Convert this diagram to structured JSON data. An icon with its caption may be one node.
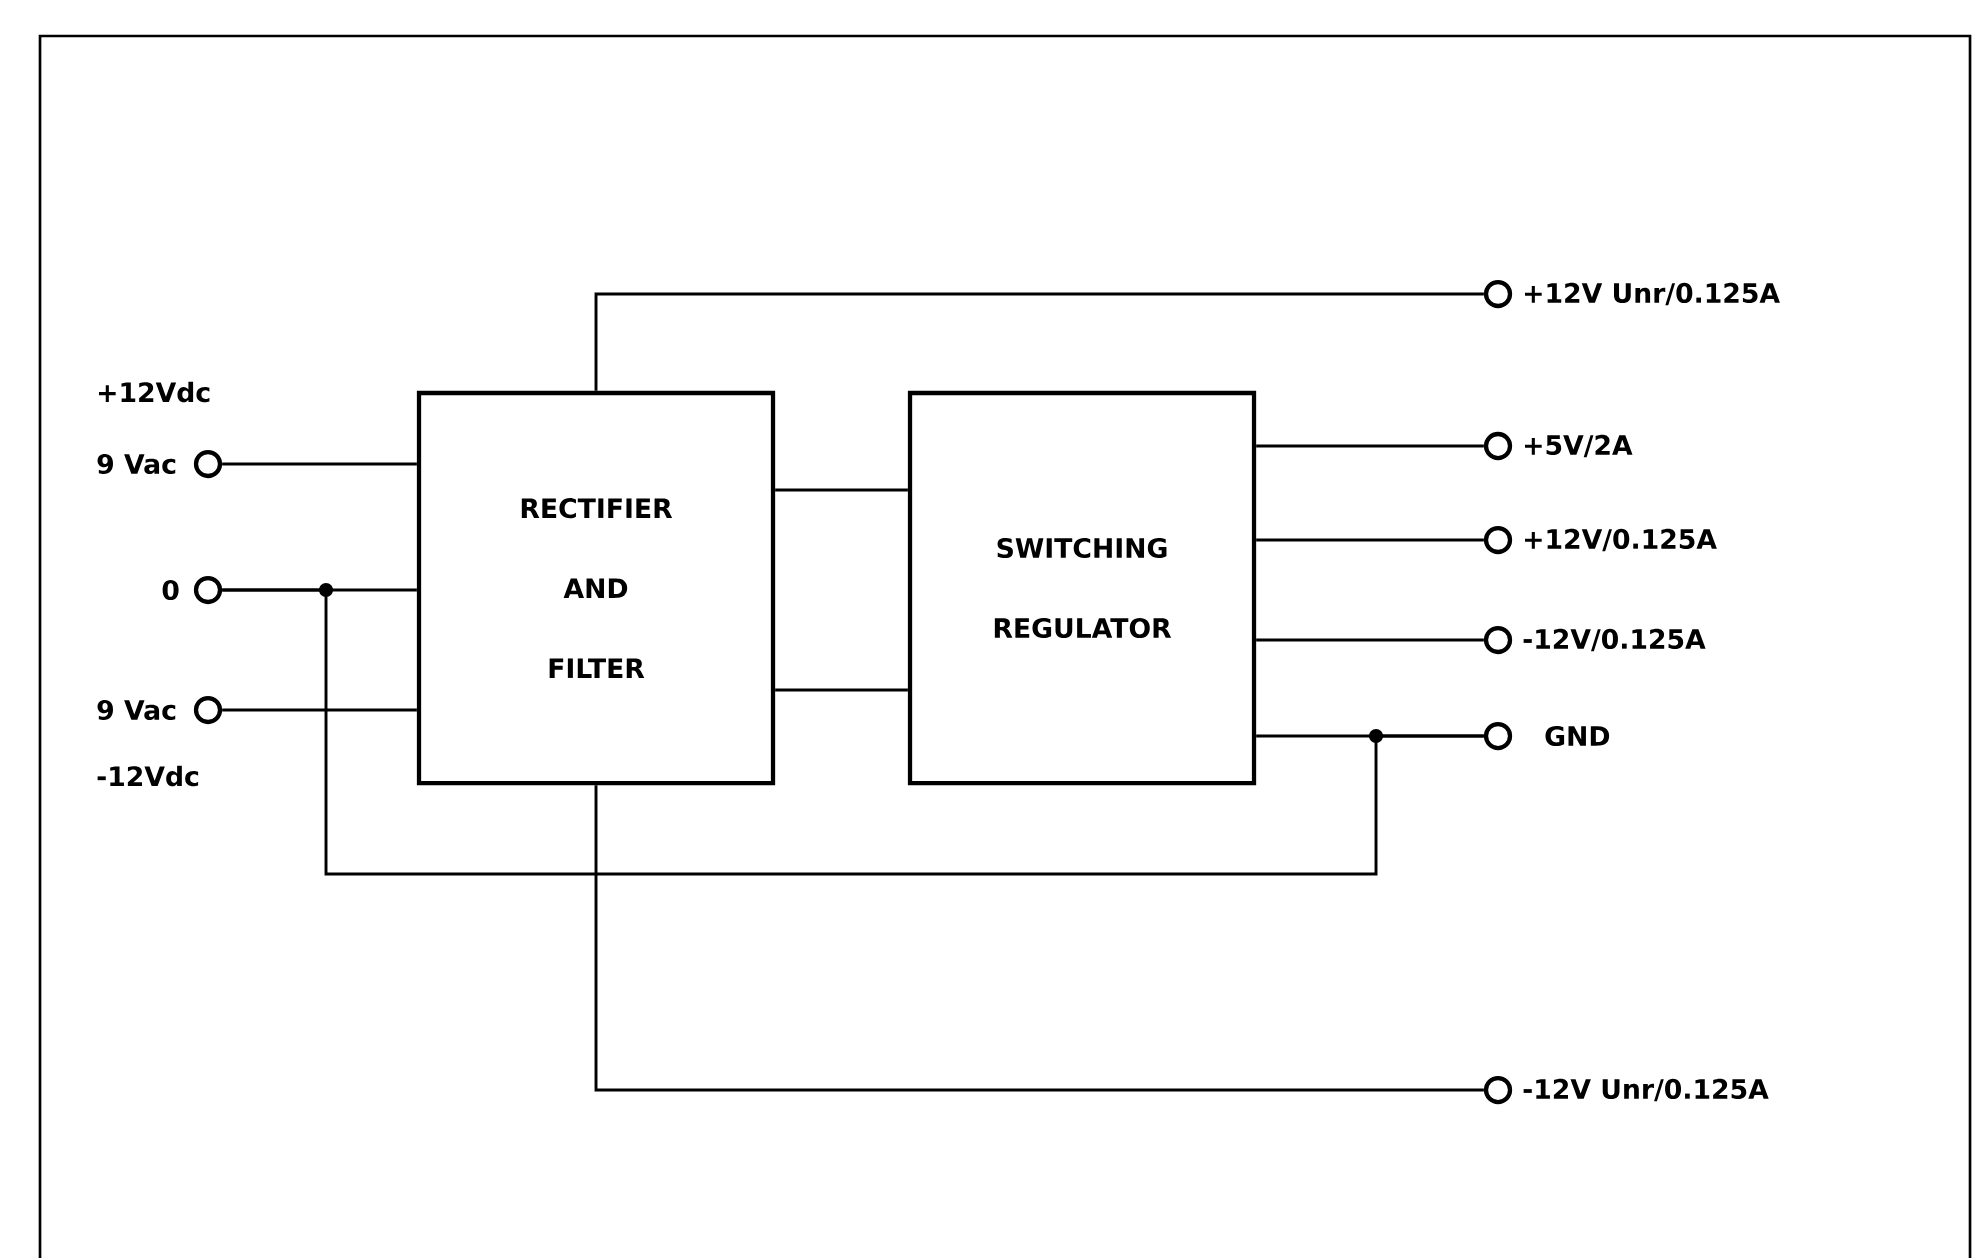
{
  "diagram": {
    "nodes": [
      {
        "text": [
          "RECTIFIER AND FILTER"
        ]
      },
      {
        "text": [
          "SWITCHING REGULATOR"
        ]
      },
      {
        "text": [],
        "shape": "circle",
        "beside": [
          "+12Vdc",
          "9 Vac"
        ]
      },
      {
        "text": [],
        "shape": "circle",
        "beside": [
          "0"
        ]
      },
      {
        "text": [],
        "shape": "circle",
        "beside": [
          "9 Vac",
          "-12Vdc"
        ]
      },
      {
        "text": [],
        "shape": "circle",
        "beside": [
          "+12V Unr/0.125A"
        ]
      },
      {
        "text": [],
        "shape": "circle",
        "beside": [
          "+5V/2A"
        ]
      },
      {
        "text": [],
        "shape": "circle",
        "beside": [
          "+12V/0.125A"
        ]
      },
      {
        "text": [],
        "shape": "circle",
        "beside": [
          "-12V/0.125A"
        ]
      },
      {
        "text": [],
        "shape": "circle",
        "beside": [
          "GND"
        ]
      },
      {
        "text": [],
        "shape": "circle",
        "beside": [
          "-12V Unr/0.125A"
        ]
      }
    ],
    "edges": [
      {
        "from": 2,
        "to": 0,
        "arrow": "none"
      },
      {
        "from": 3,
        "to": 0,
        "arrow": "none"
      },
      {
        "from": 4,
        "to": 0,
        "arrow": "none"
      },
      {
        "from": 0,
        "to": 5,
        "arrow": "none"
      },
      {
        "from": 0,
        "to": 1,
        "arrow": "none"
      },
      {
        "from": 0,
        "to": 1,
        "arrow": "none"
      },
      {
        "from": 1,
        "to": 6,
        "arrow": "none"
      },
      {
        "from": 1,
        "to": 7,
        "arrow": "none"
      },
      {
        "from": 1,
        "to": 8,
        "arrow": "none"
      },
      {
        "from": 1,
        "to": 9,
        "arrow": "none"
      },
      {
        "from": 3,
        "to": 9,
        "arrow": "none"
      },
      {
        "from": 0,
        "to": 10,
        "arrow": "none"
      }
    ]
  }
}
